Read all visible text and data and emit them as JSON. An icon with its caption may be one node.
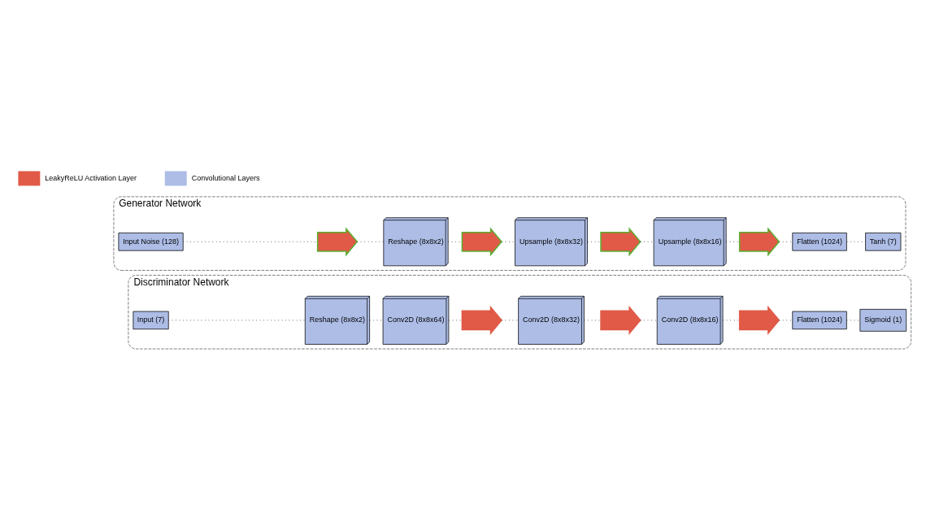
{
  "diagram": {
    "nodes": [
      {
        "text": [
          "Generator Network"
        ]
      },
      {
        "text": [
          "Input Noise (128)"
        ],
        "in": 0
      },
      {
        "text": [],
        "shape": "arrow",
        "in": 0
      },
      {
        "text": [
          "Reshape (8x8x2)"
        ],
        "in": 0
      },
      {
        "text": [],
        "shape": "arrow",
        "in": 0
      },
      {
        "text": [
          "Upsample (8x8x32)"
        ],
        "in": 0
      },
      {
        "text": [],
        "shape": "arrow",
        "in": 0
      },
      {
        "text": [
          "Upsample (8x8x16)"
        ],
        "in": 0
      },
      {
        "text": [],
        "shape": "arrow",
        "in": 0
      },
      {
        "text": [
          "Flatten (1024)"
        ],
        "in": 0
      },
      {
        "text": [
          "Tanh (7)"
        ],
        "in": 0
      },
      {
        "text": [
          "Discriminator Network"
        ]
      },
      {
        "text": [
          "Input (7)"
        ],
        "in": 11
      },
      {
        "text": [
          "Reshape (8x8x2)"
        ],
        "in": 11
      },
      {
        "text": [
          "Conv2D (8x8x64)"
        ],
        "in": 11
      },
      {
        "text": [],
        "shape": "arrow",
        "in": 11
      },
      {
        "text": [
          "Conv2D (8x8x32)"
        ],
        "in": 11
      },
      {
        "text": [],
        "shape": "arrow",
        "in": 11
      },
      {
        "text": [
          "Conv2D (8x8x16)"
        ],
        "in": 11
      },
      {
        "text": [],
        "shape": "arrow",
        "in": 11
      },
      {
        "text": [
          "Flatten (1024)"
        ],
        "in": 11
      },
      {
        "text": [
          "Sigmoid (1)"
        ],
        "in": 11
      }
    ],
    "edges": [
      {
        "from": 1,
        "to": 2,
        "arrow": "none",
        "style": "dashed"
      },
      {
        "from": 2,
        "to": 3,
        "arrow": "none",
        "style": "dashed"
      },
      {
        "from": 3,
        "to": 4,
        "arrow": "none",
        "style": "dashed"
      },
      {
        "from": 4,
        "to": 5,
        "arrow": "none",
        "style": "dashed"
      },
      {
        "from": 5,
        "to": 6,
        "arrow": "none",
        "style": "dashed"
      },
      {
        "from": 6,
        "to": 7,
        "arrow": "none",
        "style": "dashed"
      },
      {
        "from": 7,
        "to": 8,
        "arrow": "none",
        "style": "dashed"
      },
      {
        "from": 8,
        "to": 9,
        "arrow": "none",
        "style": "dashed"
      },
      {
        "from": 9,
        "to": 10,
        "arrow": "none",
        "style": "dashed"
      },
      {
        "from": 12,
        "to": 13,
        "arrow": "none",
        "style": "dashed"
      },
      {
        "from": 13,
        "to": 14,
        "arrow": "none",
        "style": "dashed"
      },
      {
        "from": 14,
        "to": 15,
        "arrow": "none",
        "style": "dashed"
      },
      {
        "from": 15,
        "to": 16,
        "arrow": "none",
        "style": "dashed"
      },
      {
        "from": 16,
        "to": 17,
        "arrow": "none",
        "style": "dashed"
      },
      {
        "from": 17,
        "to": 18,
        "arrow": "none",
        "style": "dashed"
      },
      {
        "from": 18,
        "to": 19,
        "arrow": "none",
        "style": "dashed"
      },
      {
        "from": 19,
        "to": 20,
        "arrow": "none",
        "style": "dashed"
      },
      {
        "from": 20,
        "to": 21,
        "arrow": "none",
        "style": "dashed"
      }
    ],
    "legend": [
      {
        "text": "LeakyReLU Activation Layer"
      },
      {
        "text": "Convolutional Layers"
      }
    ]
  }
}
